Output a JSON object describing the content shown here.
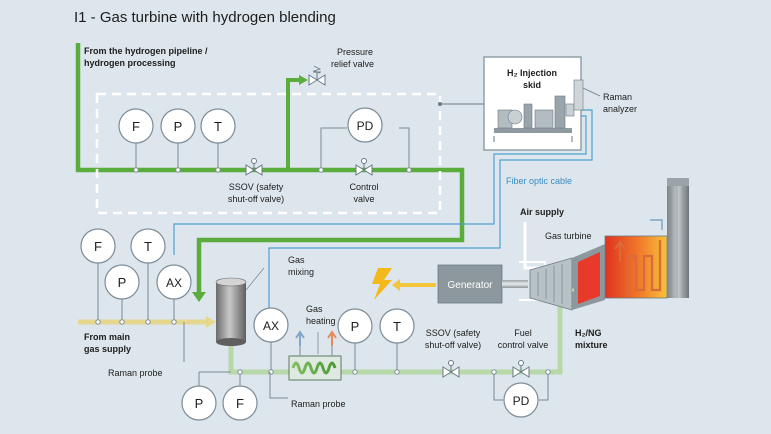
{
  "title": "I1 - Gas turbine with hydrogen blending",
  "labels": {
    "h2_source_1": "From the hydrogen pipeline /",
    "h2_source_2": "hydrogen processing",
    "pressure_relief_1": "Pressure",
    "pressure_relief_2": "relief valve",
    "skid_1": "H₂ Injection",
    "skid_2": "skid",
    "raman_analyzer_1": "Raman",
    "raman_analyzer_2": "analyzer",
    "ssov_top_1": "SSOV (safety",
    "ssov_top_2": "shut-off valve)",
    "control_valve_1": "Control",
    "control_valve_2": "valve",
    "fiber_optic": "Fiber optic cable",
    "air_supply": "Air supply",
    "gas_turbine": "Gas turbine",
    "gas_mixing_1": "Gas",
    "gas_mixing_2": "mixing",
    "generator": "Generator",
    "gas_heating_1": "Gas",
    "gas_heating_2": "heating",
    "ssov_bottom_1": "SSOV (safety",
    "ssov_bottom_2": "shut-off valve)",
    "fuel_control_1": "Fuel",
    "fuel_control_2": "control valve",
    "mixture_1": "H₂/NG",
    "mixture_2": "mixture",
    "main_gas_1": "From main",
    "main_gas_2": "gas supply",
    "raman_probe_left": "Raman probe",
    "raman_probe_bottom": "Raman probe"
  },
  "instruments": {
    "top_f": "F",
    "top_p": "P",
    "top_t": "T",
    "top_pd": "PD",
    "left_f": "F",
    "left_t": "T",
    "left_p": "P",
    "left_ax": "AX",
    "mid_ax": "AX",
    "mid_p": "P",
    "mid_t": "T",
    "bot_p": "P",
    "bot_f": "F",
    "bot_pd": "PD"
  },
  "colors": {
    "hydrogen_line": "#5aad3c",
    "natural_gas_line": "#e6d78e",
    "mixture_line": "#b7d8a8",
    "fiber_optic": "#4f9fd0",
    "flame": "#e83a2a"
  }
}
